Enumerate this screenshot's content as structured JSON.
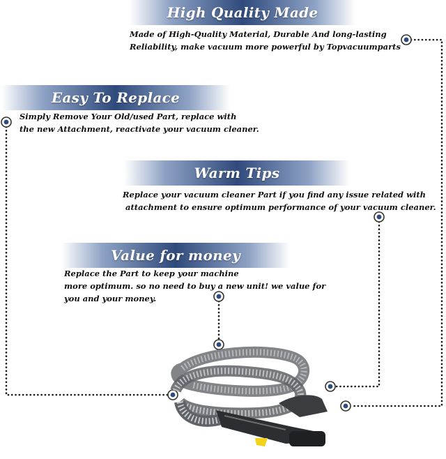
{
  "sections": [
    {
      "title": "High Quality Made",
      "line1": "Made of  High-Quality Material, Durable And long-lasting",
      "line2": "Reliability, make vacuum more powerful by Topvacuumparts"
    },
    {
      "title": "Easy To Replace",
      "line1": "Simply Remove Your Old/used Part, replace with",
      "line2": "the new Attachment, reactivate your vacuum cleaner."
    },
    {
      "title": "Warm Tips",
      "line1": "Replace your vacuum cleaner Part if you find any issue related with",
      "line2": "attachment to ensure optimum performance of your vacuum cleaner."
    },
    {
      "title": "Value for money",
      "line1": "Replace the Part to keep your machine",
      "line2": "more optimum. so no need to buy a new unit! we value for",
      "line3": "you and your money."
    }
  ],
  "colors": {
    "banner_dark": "#2f4a7c",
    "banner_light": "#8ea2c4",
    "connector": "#1a1a1a",
    "marker": "#2f4a7c"
  },
  "icons": [
    "marker-dot-icon",
    "vacuum-hose-image"
  ]
}
